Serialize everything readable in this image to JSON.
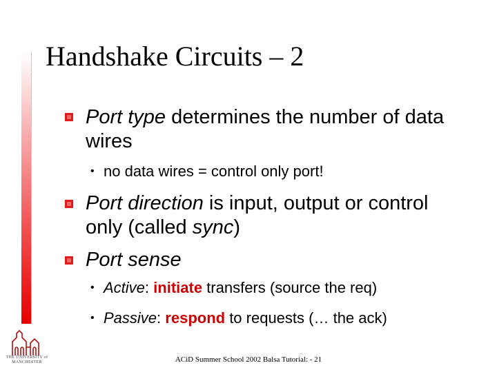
{
  "slide": {
    "title": "Handshake Circuits – 2",
    "bullet1": {
      "italic": "Port type",
      "text": " determines the number of data",
      "text2": "wires"
    },
    "sub1": "no data wires = control only port!",
    "bullet2": {
      "italic": "Port direction",
      "text": " is input, output or control",
      "text2a": "only (called ",
      "italic2": "sync",
      "text2b": ")"
    },
    "bullet3": {
      "italic": "Port sense"
    },
    "sub2": {
      "italic": "Active",
      "colon": ": ",
      "highlight": "initiate",
      "text": " transfers (source the req)"
    },
    "sub3": {
      "italic": "Passive",
      "colon": ": ",
      "highlight": "respond",
      "text": " to requests (… the ack)"
    },
    "footer": "ACiD Summer School 2002 Balsa Tutorial: - 21",
    "logo_text": "THE UNIVERSITY of MANCHESTER",
    "colors": {
      "accent": "#e60000",
      "highlight": "#cc0000",
      "bullet": "#e61a1a"
    }
  }
}
